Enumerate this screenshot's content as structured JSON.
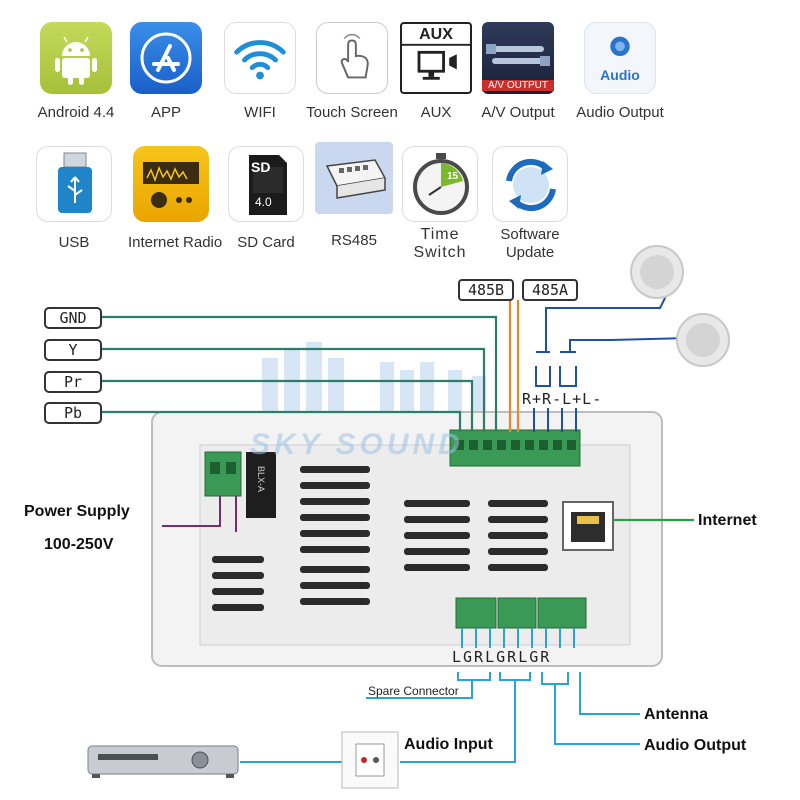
{
  "features_row1": [
    {
      "label": "Android 4.4",
      "icon": "android-icon"
    },
    {
      "label": "APP",
      "icon": "app-store-icon"
    },
    {
      "label": "WIFI",
      "icon": "wifi-icon"
    },
    {
      "label": "Touch Screen",
      "icon": "touch-hand-icon"
    },
    {
      "label": "AUX",
      "icon": "aux-monitor-icon",
      "tile_text": "AUX"
    },
    {
      "label": "A/V Output",
      "icon": "av-cable-icon",
      "tile_text": "A/V OUTPUT"
    },
    {
      "label": "Audio Output",
      "icon": "audio-button-icon",
      "tile_text": "Audio"
    }
  ],
  "features_row2": [
    {
      "label": "USB",
      "icon": "usb-drive-icon"
    },
    {
      "label": "Internet Radio",
      "icon": "radio-icon"
    },
    {
      "label": "SD Card",
      "icon": "sd-card-icon",
      "tile_text": "4.0",
      "tile_text2": "SD"
    },
    {
      "label": "RS485",
      "icon": "terminal-block-icon"
    },
    {
      "label": "Time\nSwitch",
      "label_lines": [
        "Time",
        "Switch"
      ],
      "icon": "stopwatch-icon",
      "tile_text": "15"
    },
    {
      "label": "Software\nUpdate",
      "label_lines": [
        "Software",
        "Update"
      ],
      "icon": "update-arrows-icon"
    }
  ],
  "signals": [
    "GND",
    "Y",
    "Pr",
    "Pb"
  ],
  "rs485": [
    "485B",
    "485A"
  ],
  "speaker_terminals": "R+R-L+L-",
  "bottom_terminals": "LGRLGRLGR",
  "bottom_terminal_groups": [
    "LGR",
    "LGR",
    "LGR"
  ],
  "labels": {
    "power_supply": "Power Supply",
    "voltage": "100-250V",
    "internet": "Internet",
    "spare_connector": "Spare Connector",
    "antenna": "Antenna",
    "audio_input": "Audio Input",
    "audio_output": "Audio Output"
  },
  "watermark": "SKY SOUND",
  "relay_marking": "BLX-A",
  "colors": {
    "wire_green": "#2e7d6b",
    "wire_orange": "#e8862e",
    "wire_blue": "#1f4fa8",
    "wire_purple": "#7a2b6a",
    "wire_cyan": "#2aa3d8",
    "terminal_green": "#3a9a55",
    "panel": "#f2f2f2"
  }
}
